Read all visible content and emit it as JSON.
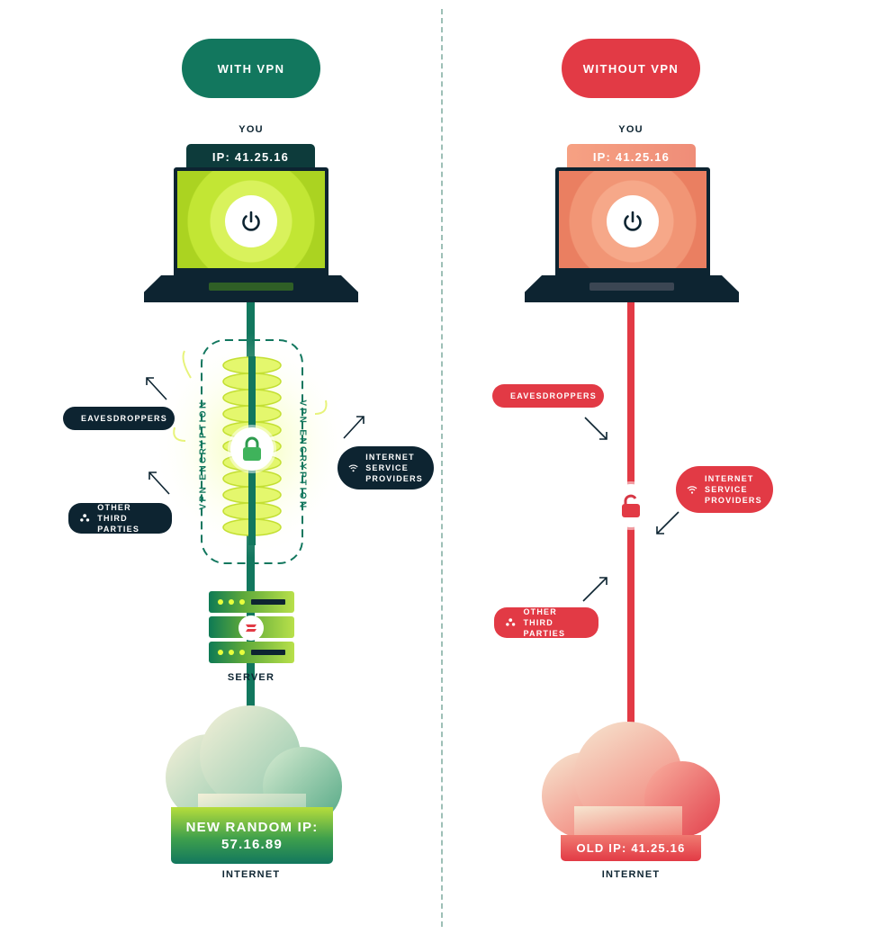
{
  "with_vpn": {
    "title": "WITH VPN",
    "you_label": "YOU",
    "ip": "IP: 41.25.16",
    "encryption_label": "VPN ENCRYPTION",
    "threats": {
      "eavesdroppers": "EAVESDROPPERS",
      "other_third_parties": [
        "OTHER THIRD",
        "PARTIES"
      ],
      "isp": [
        "INTERNET",
        "SERVICE",
        "PROVIDERS"
      ]
    },
    "server_label": "SERVER",
    "new_ip": [
      "NEW RANDOM IP:",
      "57.16.89"
    ],
    "internet_label": "INTERNET",
    "accent": "#12775e"
  },
  "without_vpn": {
    "title": "WITHOUT VPN",
    "you_label": "YOU",
    "ip": "IP: 41.25.16",
    "threats": {
      "eavesdroppers": "EAVESDROPPERS",
      "other_third_parties": [
        "OTHER THIRD",
        "PARTIES"
      ],
      "isp": [
        "INTERNET",
        "SERVICE",
        "PROVIDERS"
      ]
    },
    "old_ip": "OLD IP: 41.25.16",
    "internet_label": "INTERNET",
    "accent": "#e23a45"
  },
  "icons": [
    "power-icon",
    "lock-icon",
    "unlock-icon",
    "spy-icon",
    "people-icon",
    "wifi-icon",
    "arrow-icon",
    "server-logo-icon"
  ]
}
